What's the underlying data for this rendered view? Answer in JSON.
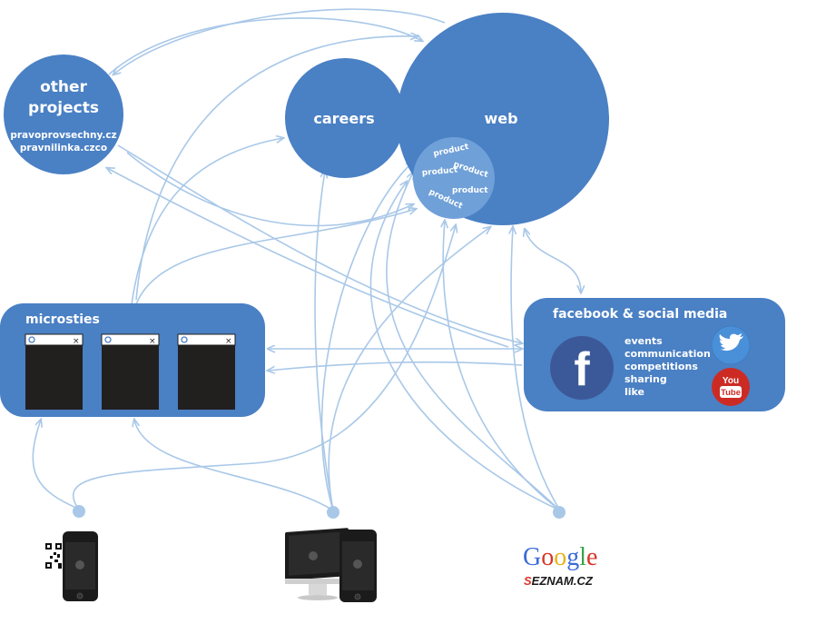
{
  "nodes": {
    "web": "web",
    "careers": "careers",
    "other_projects": {
      "title_line1": "other",
      "title_line2": "projects",
      "links": [
        "pravoprovsechny.cz",
        "pravnilinka.czco"
      ]
    },
    "product_cluster": [
      "product",
      "product",
      "product",
      "product",
      "product"
    ],
    "microsites": {
      "title": "microsties",
      "window_close_glyph": "×",
      "window_count": 3
    },
    "social": {
      "title": "facebook & social media",
      "items": [
        "events",
        "communication",
        "competitions",
        "sharing",
        "like"
      ],
      "facebook_glyph": "f",
      "youtube_top": "You",
      "youtube_bottom": "Tube"
    }
  },
  "sources": {
    "search_logo": "Google",
    "seznam_logo": "SEZNAM.CZ"
  },
  "colors": {
    "primary": "#4a80c4",
    "light": "#6fa0d8",
    "connector": "#a9c8e8",
    "facebook": "#3b5998",
    "twitter": "#4a90d9",
    "youtube": "#cc2b24"
  }
}
